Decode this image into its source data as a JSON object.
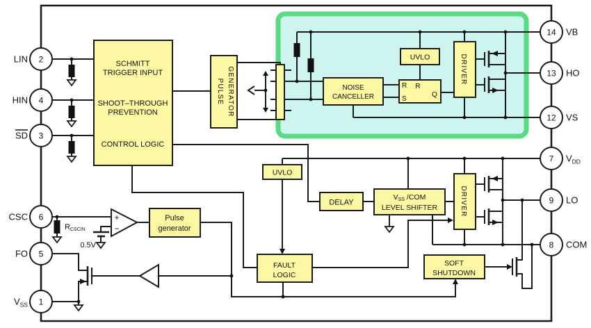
{
  "pins_left": [
    {
      "number": "2",
      "label": "LIN"
    },
    {
      "number": "4",
      "label": "HIN"
    },
    {
      "number": "3",
      "label": "SD"
    },
    {
      "number": "6",
      "label": "CSC"
    },
    {
      "number": "5",
      "label": "FO"
    },
    {
      "number": "1",
      "label": "V",
      "label_sub": "SS"
    }
  ],
  "pins_right": [
    {
      "number": "14",
      "label": "VB"
    },
    {
      "number": "13",
      "label": "HO"
    },
    {
      "number": "12",
      "label": "VS"
    },
    {
      "number": "7",
      "label": "V",
      "label_sub": "DD"
    },
    {
      "number": "9",
      "label": "LO"
    },
    {
      "number": "8",
      "label": "COM"
    }
  ],
  "blocks": {
    "schmitt_line1": "SCHMITT",
    "schmitt_line2": "TRIGGER INPUT",
    "schmitt_line3": "SHOOT–THROUGH",
    "schmitt_line4": "PREVENTION",
    "schmitt_line5": "CONTROL LOGIC",
    "pulse_generator_hs_line1": "PULSE",
    "pulse_generator_hs_line2": "GENERATOR",
    "noise_canceller_line1": "NOISE",
    "noise_canceller_line2": "CANCELLER",
    "uvlo_hs": "UVLO",
    "uvlo_ls": "UVLO",
    "driver_hs": "DRIVER",
    "driver_ls": "DRIVER",
    "delay": "DELAY",
    "level_shifter_v": "V",
    "level_shifter_v_sub": "SS",
    "level_shifter_line1_rest": " /COM",
    "level_shifter_line2": "LEVEL SHIFTER",
    "fault_logic_line1": "FAULT",
    "fault_logic_line2": "LOGIC",
    "soft_shutdown_line1": "SOFT",
    "soft_shutdown_line2": "SHUTDOWN",
    "pulse_generator_ls_line1": "Pulse",
    "pulse_generator_ls_line2": "generator"
  },
  "latch": {
    "r_input": "R",
    "s_input": "S",
    "r_top": "R",
    "q_output": "Q"
  },
  "comparator": {
    "plus": "+",
    "minus": "−"
  },
  "annotations": {
    "rcscin_main": "R",
    "rcscin_sub": "CSCIN",
    "vref": "0.5V"
  },
  "colors": {
    "block_fill": "#FBF7A3",
    "highlight_fill": "#CDF4EF",
    "highlight_border": "#58DB82",
    "wire": "#1A1A1A",
    "background": "#FFFFFF"
  }
}
